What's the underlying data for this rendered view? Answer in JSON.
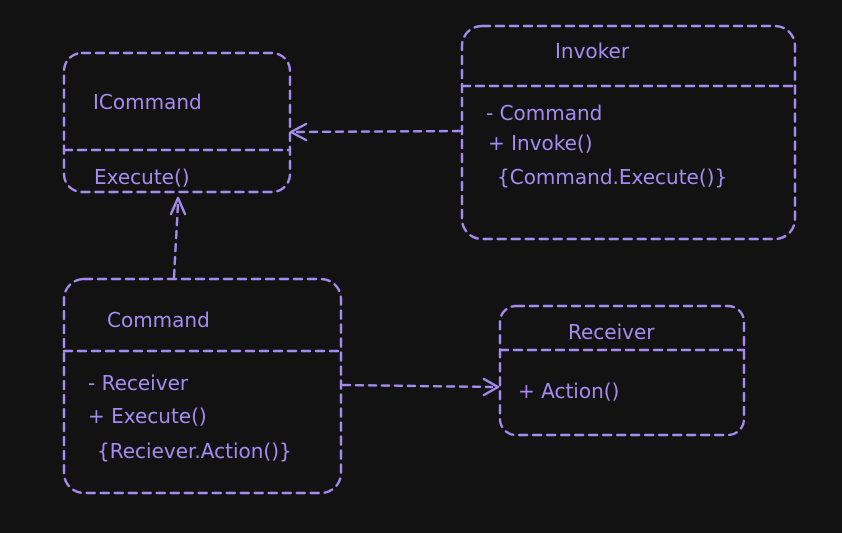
{
  "diagram": {
    "colors": {
      "background": "#121212",
      "stroke": "#a58bf0",
      "text": "#a58bf0"
    },
    "icommand": {
      "title": "ICommand",
      "method": "Execute()"
    },
    "invoker": {
      "title": "Invoker",
      "field": "- Command",
      "method": "+ Invoke()",
      "body": "{Command.Execute()}"
    },
    "command": {
      "title": "Command",
      "field": "- Receiver",
      "method": "+ Execute()",
      "body": "{Reciever.Action()}"
    },
    "receiver": {
      "title": "Receiver",
      "method": "+ Action()"
    }
  }
}
